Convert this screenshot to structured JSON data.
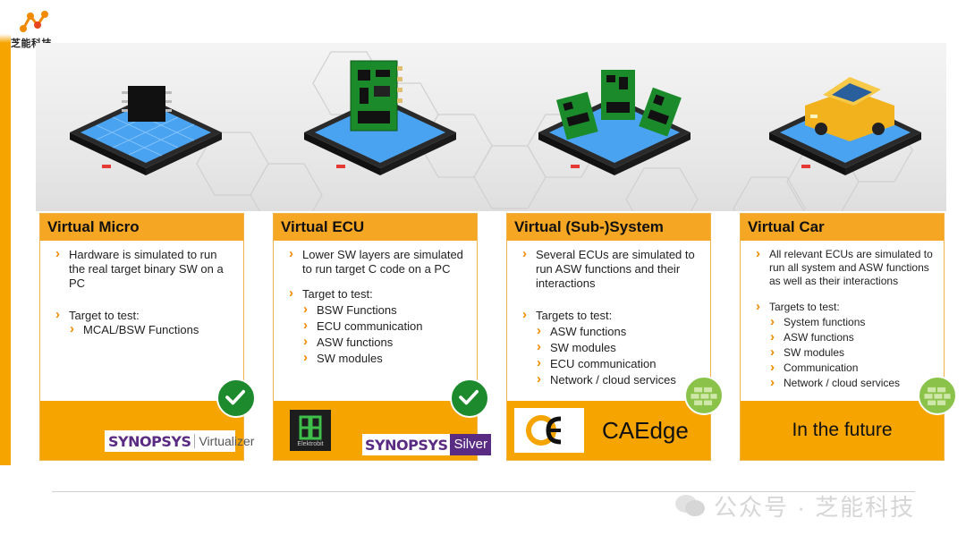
{
  "brand": {
    "name": "芝能科技"
  },
  "cards": [
    {
      "title": "Virtual Micro",
      "body": [
        {
          "type": "bullet",
          "text": "Hardware is simulated to run the real target binary SW on a PC"
        },
        {
          "type": "gap"
        },
        {
          "type": "bullet",
          "text": "Target to test:"
        },
        {
          "type": "sub",
          "text": "MCAL/BSW Functions"
        }
      ],
      "badge": "check-icon",
      "footer": {
        "logo": "SYNOPSYS",
        "product": "Virtualizer"
      }
    },
    {
      "title": "Virtual ECU",
      "body": [
        {
          "type": "bullet",
          "text": "Lower SW layers are simulated to run target C code on a PC"
        },
        {
          "type": "gap"
        },
        {
          "type": "bullet",
          "text": "Target to test:"
        },
        {
          "type": "sub",
          "text": "BSW Functions"
        },
        {
          "type": "sub",
          "text": "ECU communication"
        },
        {
          "type": "sub",
          "text": "ASW functions"
        },
        {
          "type": "sub",
          "text": "SW modules"
        }
      ],
      "badge": "check-icon",
      "footer": {
        "logo1": "Elektrobit",
        "logo2": "SYNOPSYS",
        "product": "Silver"
      }
    },
    {
      "title": "Virtual (Sub-)System",
      "body": [
        {
          "type": "bullet",
          "text": "Several ECUs are simulated to run ASW functions and their interactions"
        },
        {
          "type": "gap"
        },
        {
          "type": "bullet",
          "text": "Targets to test:"
        },
        {
          "type": "sub",
          "text": "ASW functions"
        },
        {
          "type": "sub",
          "text": "SW modules"
        },
        {
          "type": "sub",
          "text": "ECU communication"
        },
        {
          "type": "sub",
          "text": "Network / cloud services"
        }
      ],
      "badge": "firewall-icon",
      "footer": {
        "product": "CAEdge"
      }
    },
    {
      "title": "Virtual Car",
      "body": [
        {
          "type": "bullet",
          "text": "All relevant ECUs are simulated to run all system and ASW functions as well as their interactions"
        },
        {
          "type": "gap"
        },
        {
          "type": "bullet",
          "text": "Targets to test:"
        },
        {
          "type": "sub",
          "text": "System functions"
        },
        {
          "type": "sub",
          "text": "ASW functions"
        },
        {
          "type": "sub",
          "text": "SW modules"
        },
        {
          "type": "sub",
          "text": "Communication"
        },
        {
          "type": "sub",
          "text": "Network / cloud services"
        }
      ],
      "badge": "firewall-icon",
      "footer": {
        "product": "In the future"
      }
    }
  ],
  "watermark": "公众号 · 芝能科技",
  "colors": {
    "accent": "#f5a400",
    "header": "#f5a623",
    "check": "#1e8a2e",
    "firewall": "#8bc34a",
    "synopsys": "#5a2b82",
    "bullet": "#f08a00"
  }
}
